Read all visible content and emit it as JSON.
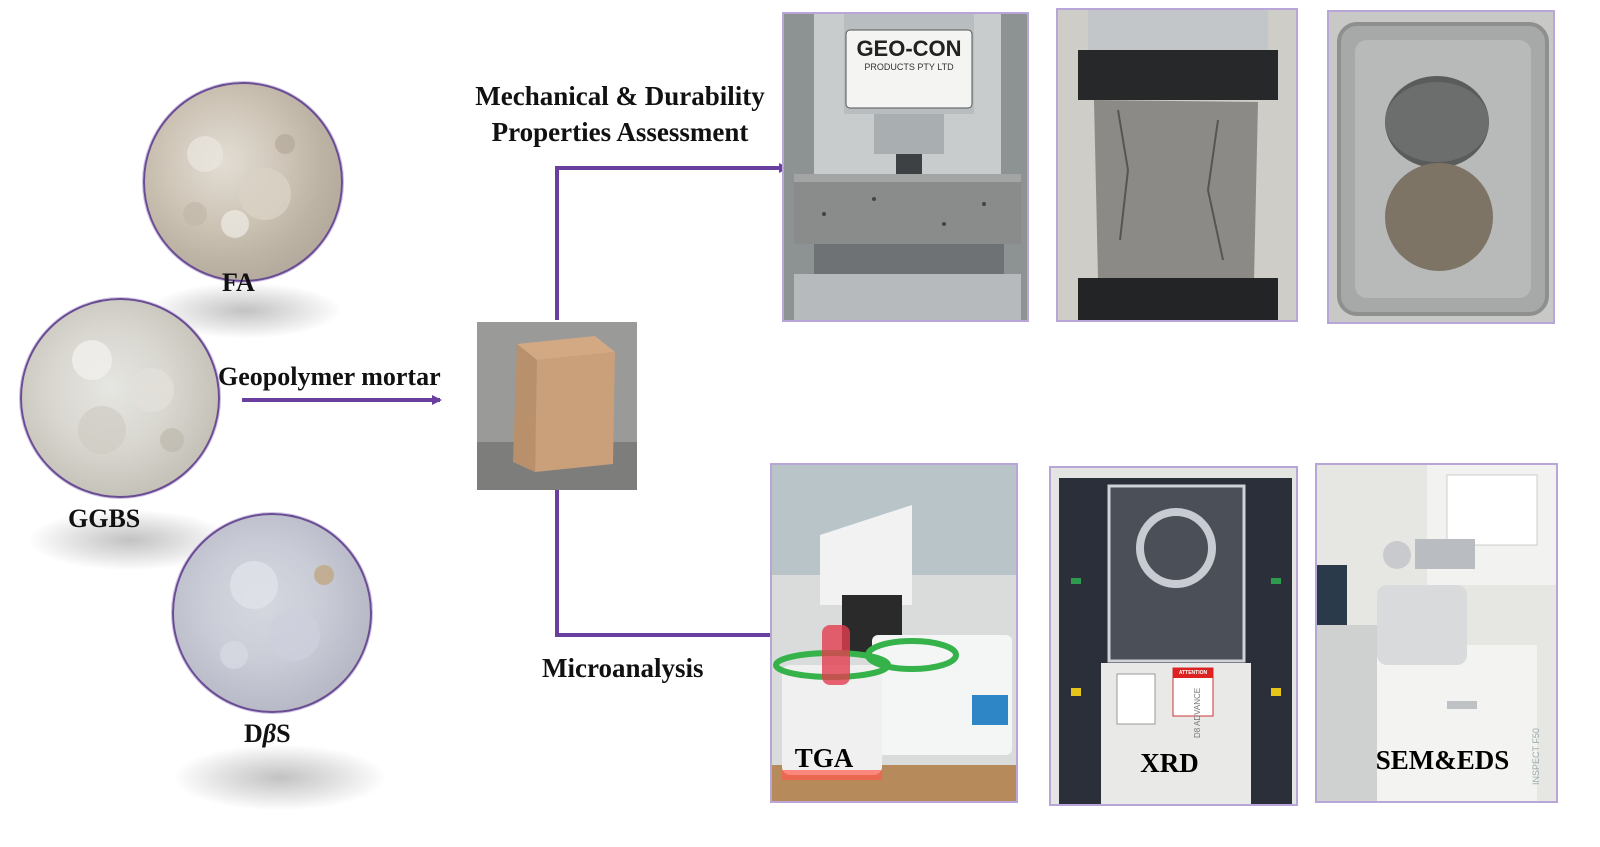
{
  "materials": {
    "fa": "FA",
    "ggbs": "GGBS",
    "dbs_prefix": "D",
    "dbs_beta": "β",
    "dbs_suffix": "S"
  },
  "process": {
    "mortar_label": "Geopolymer mortar",
    "branch_top_line1": "Mechanical & Durability",
    "branch_top_line2": "Properties Assessment",
    "branch_bottom": "Microanalysis"
  },
  "photos": {
    "machine_brand": "GEO-CON",
    "machine_sub": "PRODUCTS PTY LTD",
    "tga": "TGA",
    "xrd": "XRD",
    "xrd_sticker": "ATTENTION",
    "xrd_model": "D8 ADVANCE",
    "sem": "SEM&EDS",
    "sem_model": "INSPECT F50"
  },
  "colors": {
    "arrow": "#6a3fa0",
    "frame": "#b9a6d9"
  }
}
